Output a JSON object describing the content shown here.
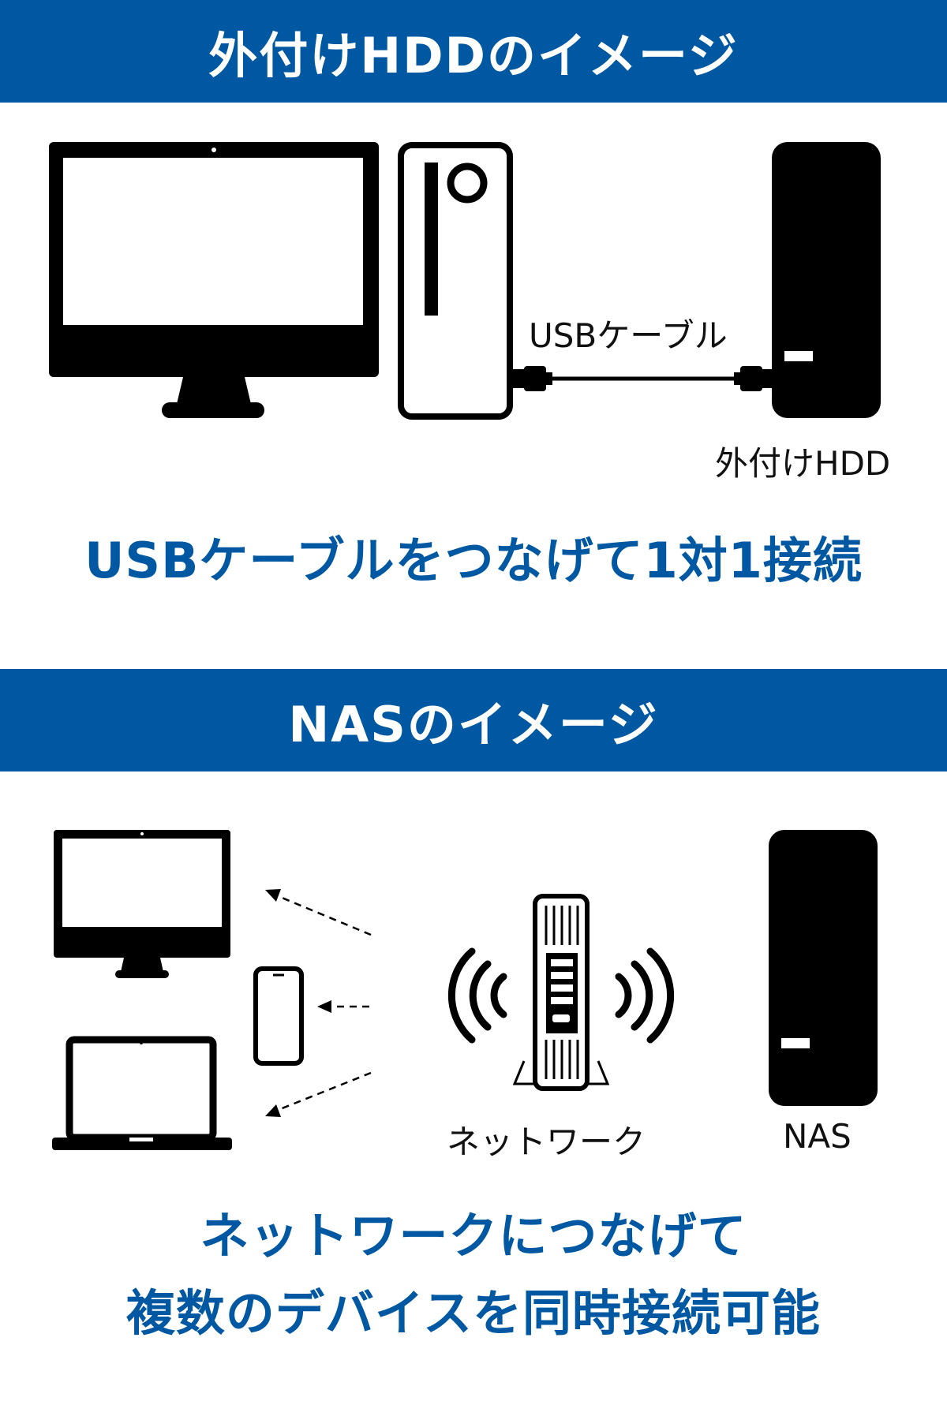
{
  "hdd_section": {
    "banner": "外付けHDDのイメージ",
    "cable_label": "USBケーブル",
    "device_label": "外付けHDD",
    "caption": "USBケーブルをつなげて1対1接続"
  },
  "nas_section": {
    "banner": "NASのイメージ",
    "network_label": "ネットワーク",
    "device_label": "NAS",
    "caption_line1": "ネットワークにつなげて",
    "caption_line2": "複数のデバイスを同時接続可能"
  },
  "colors": {
    "accent": "#0058a2",
    "device": "#000000",
    "background": "#ffffff"
  }
}
